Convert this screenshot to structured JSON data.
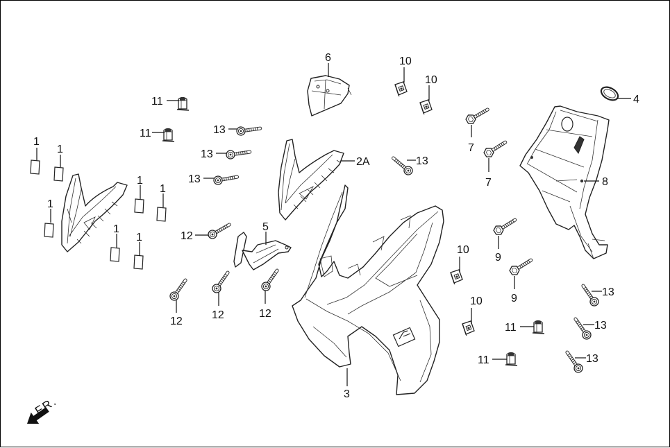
{
  "diagram": {
    "type": "exploded-parts-diagram",
    "direction_indicator": {
      "label": "FR.",
      "icon": "arrow-down-left-icon"
    },
    "callouts": [
      {
        "id": "1",
        "part": "reflector-sticker",
        "count": 8
      },
      {
        "id": "2A",
        "part": "front-inner-panel"
      },
      {
        "id": "3",
        "part": "front-cover"
      },
      {
        "id": "4",
        "part": "grommet-ring"
      },
      {
        "id": "5",
        "part": "bracket"
      },
      {
        "id": "6",
        "part": "center-cover"
      },
      {
        "id": "7",
        "part": "flange-bolt",
        "count": 2
      },
      {
        "id": "8",
        "part": "inner-leg-shield"
      },
      {
        "id": "9",
        "part": "flange-bolt",
        "count": 2
      },
      {
        "id": "10",
        "part": "speed-nut",
        "count": 4
      },
      {
        "id": "11",
        "part": "clip-nut",
        "count": 4
      },
      {
        "id": "12",
        "part": "screw",
        "count": 4
      },
      {
        "id": "13",
        "part": "tapping-screw",
        "count": 7
      }
    ]
  },
  "labels": {
    "l1a": "1",
    "l1b": "1",
    "l1c": "1",
    "l1d": "1",
    "l1e": "1",
    "l1f": "1",
    "l1g": "1",
    "l1h": "1",
    "l2a": "2A",
    "l3": "3",
    "l4": "4",
    "l5": "5",
    "l6": "6",
    "l7a": "7",
    "l7b": "7",
    "l8": "8",
    "l9a": "9",
    "l9b": "9",
    "l10a": "10",
    "l10b": "10",
    "l10c": "10",
    "l10d": "10",
    "l11a": "11",
    "l11b": "11",
    "l11c": "11",
    "l11d": "11",
    "l12a": "12",
    "l12b": "12",
    "l12c": "12",
    "l12d": "12",
    "l13a": "13",
    "l13b": "13",
    "l13c": "13",
    "l13d": "13",
    "l13e": "13",
    "l13f": "13",
    "l13g": "13",
    "fr": "FR."
  }
}
